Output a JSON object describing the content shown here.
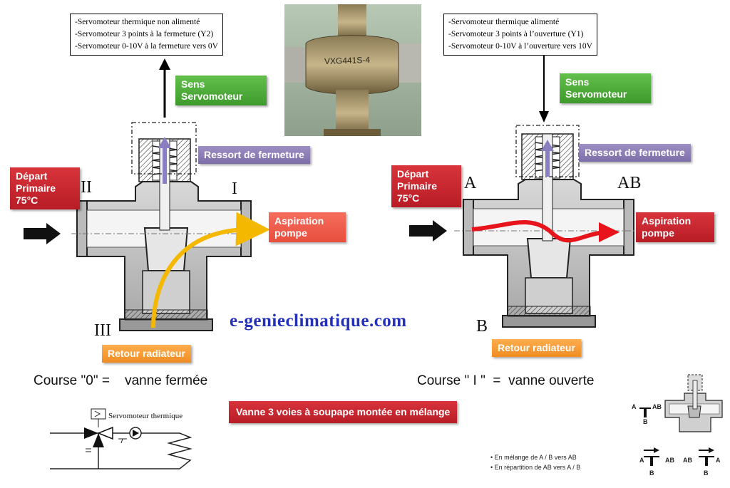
{
  "left": {
    "info_lines": [
      "-Servomoteur thermique non alimenté",
      "-Servomoteur 3 points à la fermeture (Y2)",
      "-Servomoteur 0-10V à la fermeture vers 0V"
    ],
    "sens": [
      "Sens",
      "Servomoteur"
    ],
    "ressort": "Ressort de fermeture",
    "depart": [
      "Départ",
      "Primaire",
      "75°C"
    ],
    "aspiration": [
      "Aspiration",
      "pompe"
    ],
    "retour": "Retour radiateur",
    "port_left": "II",
    "port_right": "I",
    "port_bottom": "III",
    "course": "Course \"0\" =    vanne fermée"
  },
  "right": {
    "info_lines": [
      "-Servomoteur thermique alimenté",
      "-Servomoteur 3 points à l’ouverture (Y1)",
      "-Servomoteur 0-10V à l’ouverture vers 10V"
    ],
    "sens": [
      "Sens",
      "Servomoteur"
    ],
    "ressort": "Ressort de fermeture",
    "depart": [
      "Départ",
      "Primaire",
      "75°C"
    ],
    "aspiration": [
      "Aspiration",
      "pompe"
    ],
    "retour": "Retour radiateur",
    "port_left": "A",
    "port_right": "AB",
    "port_bottom": "B",
    "course": "Course \" I \"  =  vanne ouverte"
  },
  "photo_marking": "VXG441S-4",
  "brand": "e-genieclimatique.com",
  "title": "Vanne 3 voies à soupape montée en mélange",
  "schema": {
    "servo_label": "Servomoteur thermique"
  },
  "legend": {
    "bullets": [
      "En mélange de A / B vers AB",
      "En répartition de AB vers A / B"
    ],
    "a": "A",
    "ab": "AB",
    "b": "B"
  },
  "colors": {
    "red_label": "#c8262f",
    "green_label": "#4fae3a",
    "purple_label": "#8e80b8",
    "orange_label": "#f5a03a",
    "flow_red": "#e8141c",
    "flow_yellow": "#f5b800",
    "brand_blue": "#2430b8"
  }
}
